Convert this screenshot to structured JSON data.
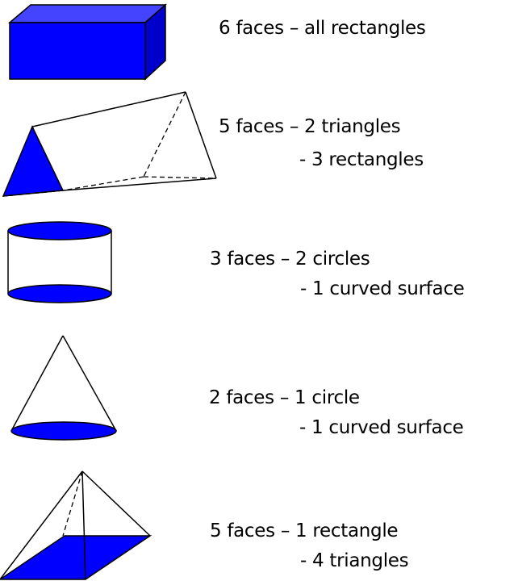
{
  "colors": {
    "fill": "#0000ff",
    "stroke": "#000000",
    "background": "#ffffff"
  },
  "shapes": [
    {
      "icon": "cuboid-icon",
      "lines": [
        "6 faces – all rectangles"
      ]
    },
    {
      "icon": "triangular-prism-icon",
      "lines": [
        "5 faces – 2 triangles",
        "- 3 rectangles"
      ]
    },
    {
      "icon": "cylinder-icon",
      "lines": [
        "3 faces – 2 circles",
        "- 1 curved surface"
      ]
    },
    {
      "icon": "cone-icon",
      "lines": [
        "2 faces – 1 circle",
        "- 1 curved surface"
      ]
    },
    {
      "icon": "square-pyramid-icon",
      "lines": [
        "5 faces – 1 rectangle",
        "- 4 triangles"
      ]
    }
  ]
}
